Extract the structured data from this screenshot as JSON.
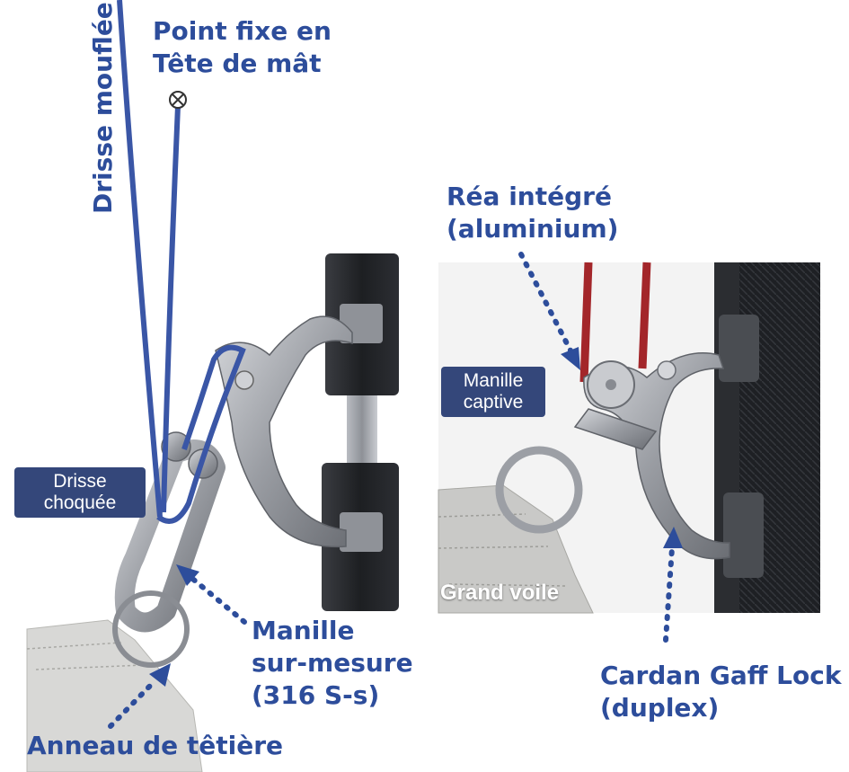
{
  "labels": {
    "point_fixe": "Point fixe en\nTête de mât",
    "drisse_mouflee": "Drisse mouflée",
    "rea_integre": "Réa intégré\n(aluminium)",
    "drisse_choquee": "Drisse\nchoquée",
    "manille_captive": "Manille\ncaptive",
    "manille_sur_mesure": "Manille\nsur-mesure\n(316 S-s)",
    "anneau_tetiere": "Anneau de têtière",
    "grand_voile": "Grand voile",
    "cardan": "Cardan Gaff Lock\n(duplex)"
  },
  "colors": {
    "label_blue": "#2d4d9b",
    "tag_bg": "#34477a",
    "rope_blue": "#3a56a6",
    "rope_red": "#a3262a",
    "metal": "#a9acb2",
    "metal_dark": "#6e7279",
    "block_black": "#24262a"
  }
}
